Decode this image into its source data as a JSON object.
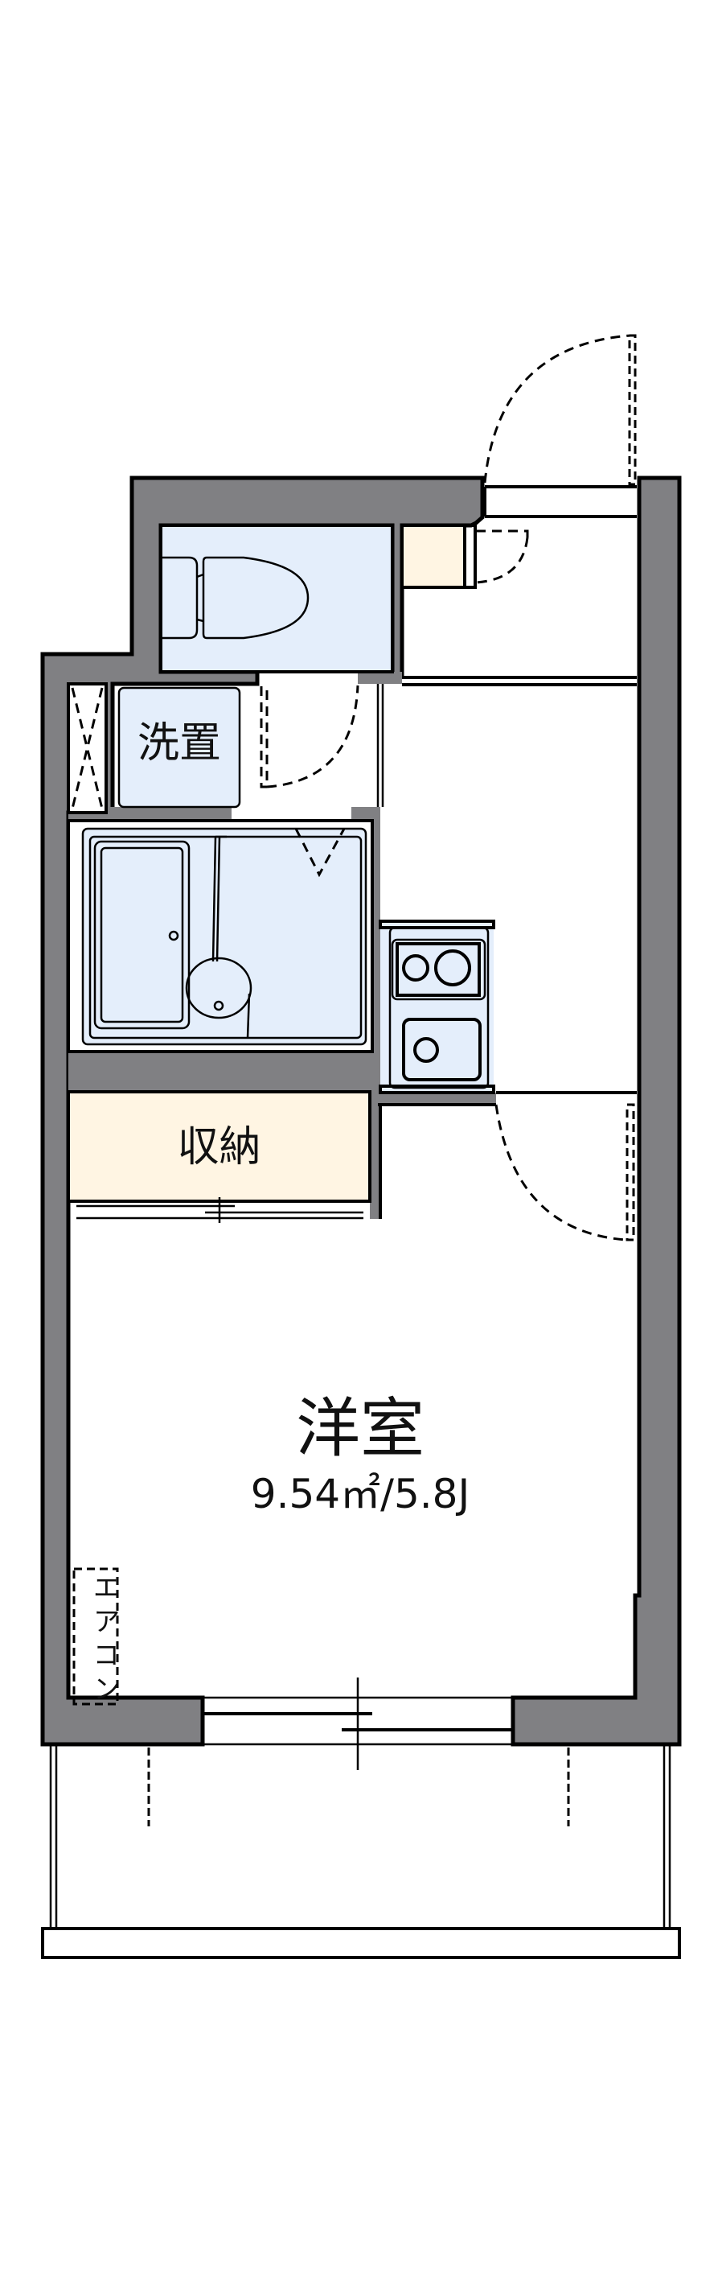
{
  "floorplan": {
    "colors": {
      "wall": "#808083",
      "wet_area": "#e4eefb",
      "storage": "#fff5e3",
      "background": "#ffffff",
      "line": "#000000"
    },
    "rooms": {
      "western_room": {
        "name": "洋室",
        "area": "9.54㎡/5.8J"
      },
      "washer_space": {
        "name": "洗置"
      },
      "storage": {
        "name": "収納"
      },
      "air_conditioner": {
        "name": "エアコン"
      }
    },
    "fixtures": [
      "toilet",
      "unit-bath",
      "bathtub",
      "wash-basin",
      "kitchen-stove-2-burner",
      "kitchen-sink",
      "shoe-cabinet",
      "pipe-shaft",
      "balcony"
    ]
  }
}
